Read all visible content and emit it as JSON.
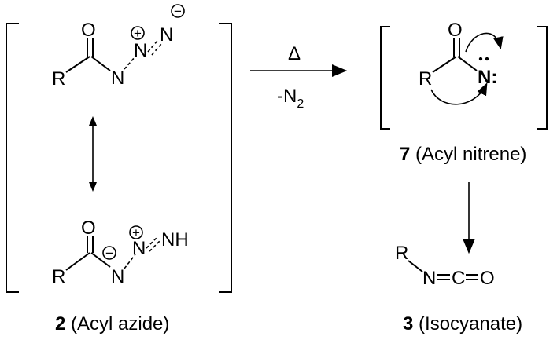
{
  "atoms": {
    "R": "R",
    "O": "O",
    "N": "N",
    "C": "C",
    "NH": "NH",
    "plus": "+",
    "minus": "−"
  },
  "reaction": {
    "heat_symbol": "Δ",
    "loss_prefix": "-N",
    "loss_subscript": "2"
  },
  "acyl_azide": {
    "number": "2",
    "label": " (Acyl azide)"
  },
  "acyl_nitrene": {
    "number": "7",
    "label": " (Acyl nitrene)",
    "nitrene_atom": "N:"
  },
  "isocyanate": {
    "number": "3",
    "label": " (Isocyanate)"
  }
}
